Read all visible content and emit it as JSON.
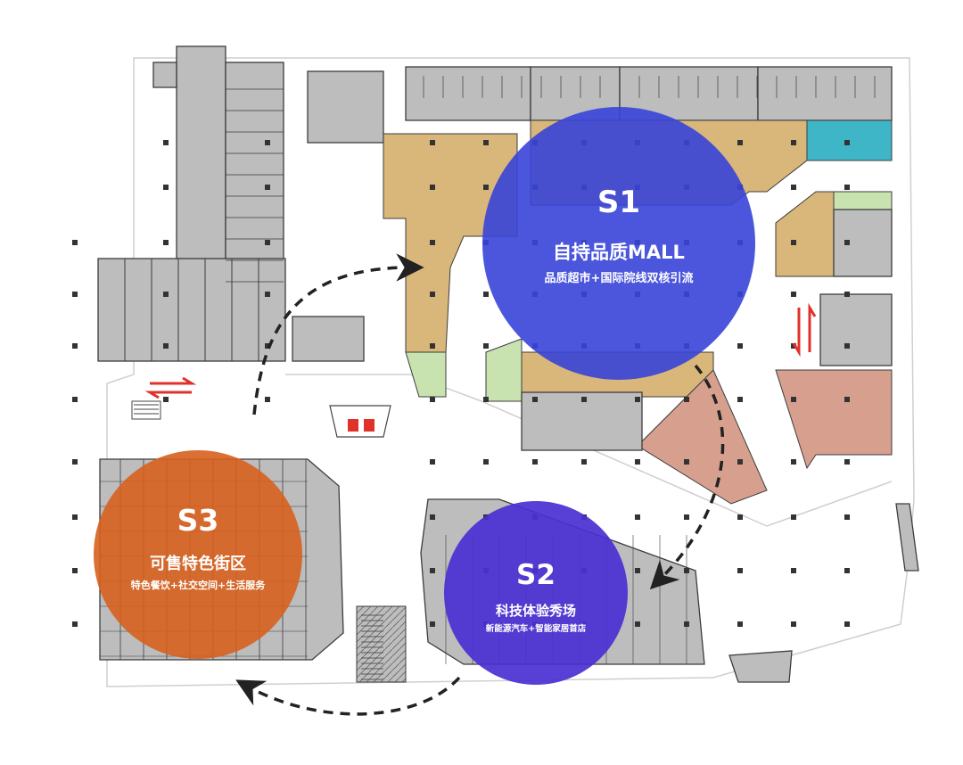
{
  "zones": [
    {
      "id": "S1",
      "code": "S1",
      "title": "自持品质MALL",
      "subtitle": "品质超市+国际院线双核引流",
      "color": "#3744d8",
      "opacity": 0.9
    },
    {
      "id": "S2",
      "code": "S2",
      "title": "科技体验秀场",
      "subtitle": "新能源汽车+智能家居首店",
      "color": "#4a2fd2",
      "opacity": 0.92
    },
    {
      "id": "S3",
      "code": "S3",
      "title": "可售特色街区",
      "subtitle": "特色餐饮+社交空间+生活服务",
      "color": "#d7601e",
      "opacity": 0.9
    }
  ],
  "flow_sequence": [
    "S1",
    "S2",
    "S3",
    "S1"
  ],
  "colors": {
    "floor_fill": "#bdbdbd",
    "floor_line": "#3c3c3c",
    "retail_tan": "#d9b77a",
    "retail_pink": "#d7a08e",
    "retail_green": "#c9e3b0",
    "retail_cyan": "#3fb6c8",
    "escalator_red": "#e0322b",
    "background": "#ffffff"
  },
  "icons": {
    "escalator": "escalator-icon",
    "stairs": "stairs-icon",
    "elevator": "elevator-icon",
    "flow_arrow": "dashed-arrow-icon",
    "column": "column-icon"
  }
}
